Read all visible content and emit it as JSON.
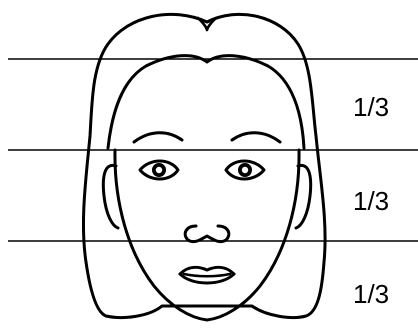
{
  "diagram": {
    "sections": [
      {
        "label": "1/3"
      },
      {
        "label": "1/3"
      },
      {
        "label": "1/3"
      }
    ]
  }
}
